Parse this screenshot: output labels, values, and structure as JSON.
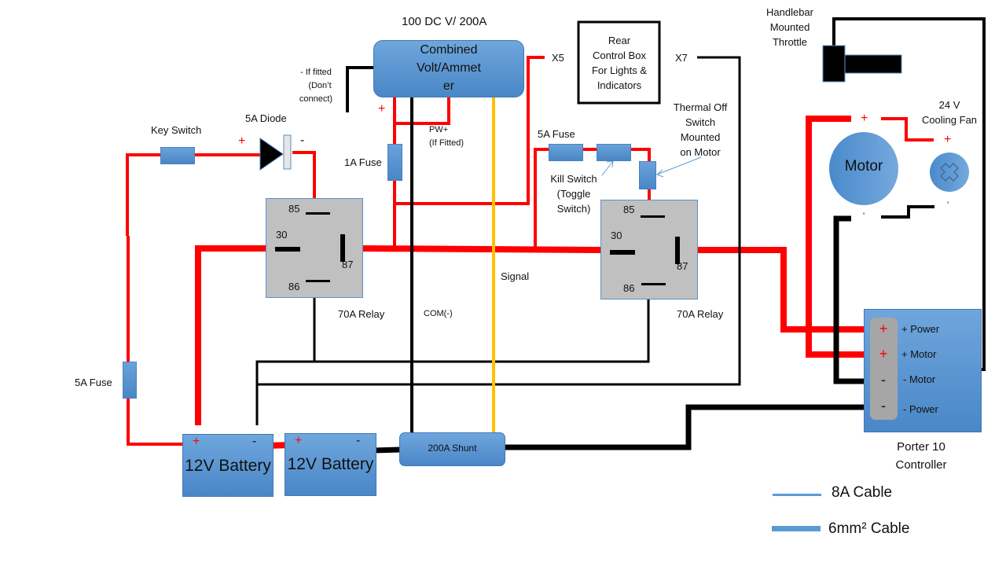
{
  "diagram": {
    "meter": {
      "rating": "100 DC V/ 200A",
      "label": "Combined Volt/Ammet er",
      "label_lines": [
        "Combined",
        "Volt/Ammet",
        "er"
      ],
      "plus_sign": "+",
      "neg_note_lines": [
        "- If fitted",
        "(Don’t",
        "connect)"
      ],
      "pw_note_lines": [
        "PW+",
        "(If Fitted)"
      ]
    },
    "rear_control_box": {
      "lines": [
        "Rear",
        "Control Box",
        "For Lights &",
        "Indicators"
      ],
      "x5": "X5",
      "x7": "X7"
    },
    "throttle": {
      "lines": [
        "Handlebar",
        "Mounted",
        "Throttle"
      ]
    },
    "motor": {
      "label": "Motor",
      "plus": "+",
      "minus": "'"
    },
    "fan": {
      "lines": [
        "24 V",
        "Cooling Fan"
      ],
      "plus": "+",
      "minus": "'"
    },
    "key_switch": {
      "label": "Key Switch"
    },
    "diode": {
      "label": "5A Diode",
      "plus": "+",
      "minus": "-"
    },
    "fuse_1a": {
      "label": "1A Fuse"
    },
    "fuse_5a_left": {
      "label": "5A Fuse"
    },
    "fuse_5a_right": {
      "label": "5A Fuse"
    },
    "kill_switch": {
      "lines": [
        "Kill Switch",
        "(Toggle",
        "Switch)"
      ]
    },
    "thermal_switch": {
      "lines": [
        "Thermal Off",
        "Switch",
        "Mounted",
        "on Motor"
      ]
    },
    "relays": [
      {
        "label": "70A Relay",
        "pins": {
          "p85": "85",
          "p30": "30",
          "p87": "87",
          "p86": "86"
        }
      },
      {
        "label": "70A Relay",
        "pins": {
          "p85": "85",
          "p30": "30",
          "p87": "87",
          "p86": "86"
        }
      }
    ],
    "wire_labels": {
      "com": "COM(-)",
      "signal": "Signal"
    },
    "batteries": [
      {
        "label": "12V Battery",
        "plus": "+",
        "minus": "-"
      },
      {
        "label": "12V Battery",
        "plus": "+",
        "minus": "-"
      }
    ],
    "shunt": {
      "label": "200A Shunt"
    },
    "controller": {
      "title_lines": [
        "Porter 10",
        "Controller"
      ],
      "terminals": [
        {
          "sign": "+",
          "label": "+ Power"
        },
        {
          "sign": "+",
          "label": "+ Motor"
        },
        {
          "sign": "-",
          "label": "- Motor"
        },
        {
          "sign": "-",
          "label": "- Power"
        }
      ]
    },
    "legend": [
      {
        "label": "8A Cable",
        "weight": "thin"
      },
      {
        "label": "6mm² Cable",
        "weight": "thick"
      }
    ],
    "colors": {
      "positive_wire": "#ff0000",
      "negative_wire": "#000000",
      "signal_wire": "#ffc000",
      "component_blue": "#5b9bd5",
      "relay_grey": "#c0c0c0"
    }
  }
}
